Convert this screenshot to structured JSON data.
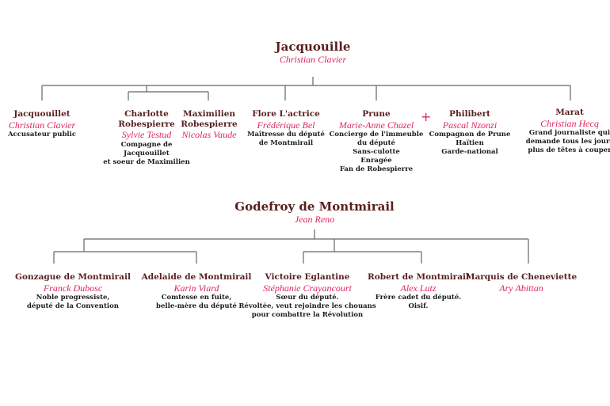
{
  "trees": [
    {
      "root": {
        "name": "Jacquouille",
        "actor": "Christian Clavier"
      },
      "children": [
        {
          "name": "Jacquouillet",
          "actor": "Christian Clavier",
          "desc": [
            "Accusateur public"
          ]
        },
        {
          "name": "Charlotte Robespierre",
          "actor": "Sylvie Testud",
          "desc": [
            "Compagne de Jacquouillet",
            "et soeur de Maximilien"
          ]
        },
        {
          "name": "Maximilien Robespierre",
          "actor": "Nicolas Vaude",
          "desc": []
        },
        {
          "name": "Flore L'actrice",
          "actor": "Frédérique Bel",
          "desc": [
            "Maîtresse du député",
            "de Montmirail"
          ]
        },
        {
          "name": "Prune",
          "actor": "Marie-Anne Chazel",
          "desc": [
            "Concierge de l'immeuble",
            "du député",
            "Sans-culotte",
            "Enragée",
            "Fan de Robespierre"
          ]
        },
        {
          "name": "Philibert",
          "actor": "Pascal Nzonzi",
          "desc": [
            "Compagnon de Prune",
            "Haïtien",
            "Garde-national"
          ]
        },
        {
          "name": "Marat",
          "actor": "Christian Hecq",
          "desc": [
            "Grand journaliste qui",
            "demande tous les jours",
            "plus de têtes à couper"
          ]
        }
      ]
    },
    {
      "root": {
        "name": "Godefroy de Montmirail",
        "actor": "Jean Reno"
      },
      "children": [
        {
          "name": "Gonzague de Montmirail",
          "actor": "Franck Dubosc",
          "desc": [
            "Noble progressiste,",
            "député de la Convention"
          ]
        },
        {
          "name": "Adelaide de Montmirail",
          "actor": "Karin Viard",
          "desc": [
            "Comtesse en fuite,",
            "belle-mère du député"
          ]
        },
        {
          "name": "Victoire Eglantine",
          "actor": "Stéphanie Crayancourt",
          "desc": [
            "Sœur du député.",
            "Révoltée, veut rejoindre les chouans",
            "pour combattre la Révolution"
          ]
        },
        {
          "name": "Robert de Montmirail",
          "actor": "Alex Lutz",
          "desc": [
            "Frère cadet du député.",
            "Oisif."
          ]
        },
        {
          "name": "Marquis de Cheneviette",
          "actor": "Ary Abittan",
          "desc": []
        }
      ]
    }
  ],
  "couple_symbol": "+",
  "colors": {
    "name": "#5a1e1e",
    "actor": "#e0245e",
    "line": "#666666"
  }
}
